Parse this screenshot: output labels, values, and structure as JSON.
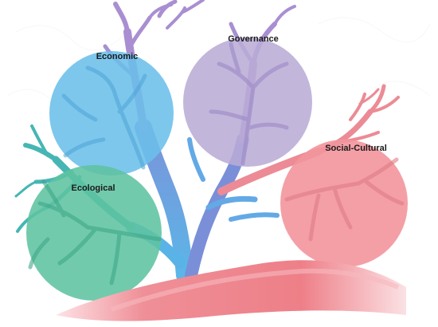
{
  "diagram": {
    "circles": [
      {
        "id": "economic",
        "label": "Economic",
        "color": "#6bbfea"
      },
      {
        "id": "governance",
        "label": "Governance",
        "color": "#b9acd6"
      },
      {
        "id": "social-cultural",
        "label": "Social-Cultural",
        "color": "#f3959c"
      },
      {
        "id": "ecological",
        "label": "Ecological",
        "color": "#5fc3a0"
      }
    ],
    "tree_colors": {
      "trunk": "#6fa8dc",
      "purple_branches": "#a98fd1",
      "pink_branches": "#ec8b95",
      "teal_branches": "#46b6b4",
      "ground": "#ef7f86"
    }
  }
}
